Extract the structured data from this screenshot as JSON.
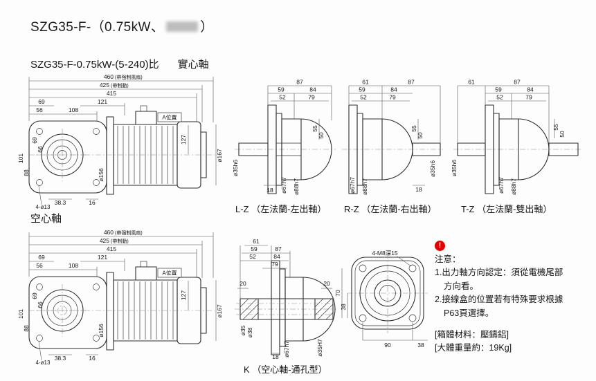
{
  "page": {
    "title_prefix": "SZG35-F-（0.75kW、",
    "title_suffix": "）",
    "subtitle_model": "SZG35-F-0.75kW-(5-240)比",
    "subtitle_shaft": "實心軸",
    "hollow_label": "空心軸"
  },
  "main_drawing": {
    "d460": "460",
    "d460_note": "(帶强制風扇)",
    "d425": "425",
    "d425_note": "(帶制動)",
    "d415": "415",
    "d69_top": "69",
    "d56": "56",
    "d108": "108",
    "d121": "121",
    "a_label": "A位置",
    "d127": "127",
    "dia156": "ø156",
    "dia167": "ø167",
    "d69_left": "69",
    "d66": "66",
    "d88": "88",
    "d101": "101",
    "d38_3": "38.3",
    "d16": "16",
    "holes": "4-ø13"
  },
  "views": {
    "lz": {
      "caption": "L-Z （左法蘭-左出軸）",
      "d87": "87",
      "d59": "59",
      "d84": "84",
      "d52": "52",
      "d79": "79",
      "d55": "55",
      "d50": "50",
      "d18": "18",
      "shaft_dia": "ø35h6",
      "spigot_dia": "ø67h7",
      "pilot_dia": "ø88h7"
    },
    "rz": {
      "caption": "R-Z （左法蘭-右出軸）",
      "d61": "61",
      "d87": "87",
      "d59": "59",
      "d84": "84",
      "d52": "52",
      "d79": "79",
      "d55": "55",
      "d50": "50",
      "d18": "18",
      "shaft_dia": "ø35h6",
      "spigot_dia": "ø67h7",
      "pilot_dia": "ø88h7"
    },
    "tz": {
      "caption": "T-Z （左法蘭-雙出軸）",
      "d61": "61",
      "d87": "87",
      "d59": "59",
      "d84": "84",
      "d52": "52",
      "d79": "79",
      "d55": "55",
      "d50": "50",
      "shaft_dia": "ø35h6",
      "spigot_dia": "ø67h7",
      "pilot_dia": "ø88h7"
    },
    "k": {
      "caption": "K （空心軸-通孔型）",
      "d61": "61",
      "d87": "87",
      "d59": "59",
      "d84": "84",
      "d52": "52",
      "d79": "79",
      "d20_left": "20",
      "d20_right": "20",
      "d18": "18",
      "bore_dia": "ø35",
      "hub_dia": "ø38",
      "spigot_dia": "ø67h7",
      "bore_tol": "ø35H7"
    },
    "flange": {
      "callout": "4-M8深15",
      "d70": "70",
      "d38_left": "38",
      "d90": "90",
      "d38_bottom": "38"
    }
  },
  "notes": {
    "icon": "!",
    "heading": "注意：",
    "line1": "1.出力軸方向認定：須從電機尾部",
    "line2": "方向看。",
    "line3": "2.接線盒的位置若有特殊要求根據",
    "line4": "P63頁選擇。",
    "material": "[箱體材料：壓鑄鋁]",
    "weight": "[大體重量約：19Kg]"
  }
}
